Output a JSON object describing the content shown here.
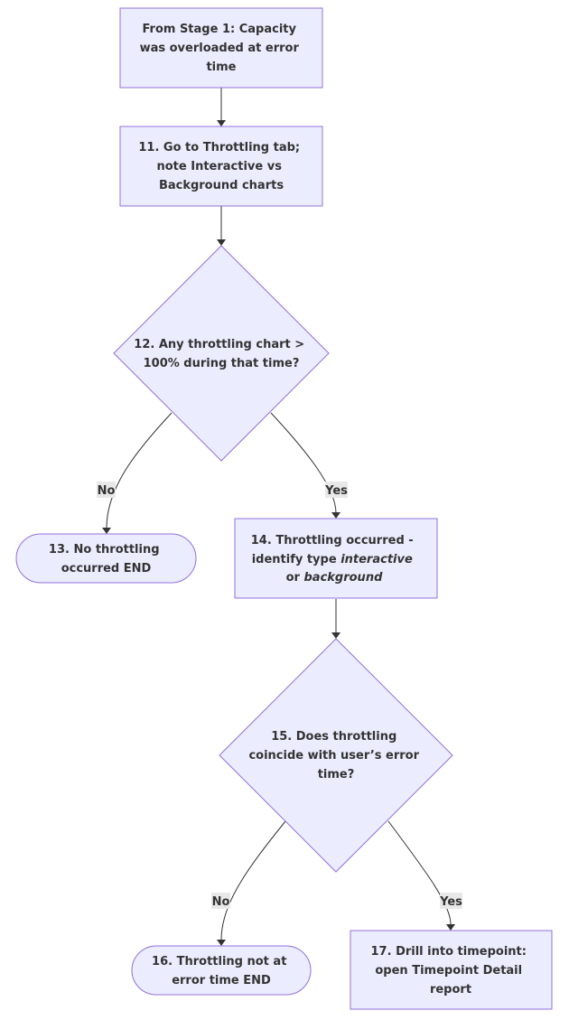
{
  "colors": {
    "node_fill": "#ECECFF",
    "node_stroke": "#9370DB",
    "edge": "#333333",
    "label_bg": "#E8E8E8",
    "text": "#333333"
  },
  "nodes": {
    "start": {
      "lines": [
        "From Stage 1: Capacity",
        "was overloaded at error",
        "time"
      ]
    },
    "step11": {
      "lines": [
        "11. Go to Throttling tab;",
        "note Interactive vs",
        "Background charts"
      ]
    },
    "decision12": {
      "lines": [
        "12. Any throttling chart >",
        "100% during that time?"
      ]
    },
    "end13": {
      "lines": [
        "13. No throttling",
        "occurred END"
      ]
    },
    "step14": {
      "line1": "14. Throttling occurred -",
      "line2_pre": "identify type ",
      "line2_em": "interactive",
      "line3_pre": "or ",
      "line3_em": "background"
    },
    "decision15": {
      "lines": [
        "15. Does throttling",
        "coincide with user’s error",
        "time?"
      ]
    },
    "end16": {
      "lines": [
        "16. Throttling not at",
        "error time END"
      ]
    },
    "step17": {
      "lines": [
        "17. Drill into timepoint:",
        "open Timepoint Detail",
        "report"
      ]
    }
  },
  "edges": {
    "e12_no": {
      "label": "No"
    },
    "e12_yes": {
      "label": "Yes"
    },
    "e15_no": {
      "label": "No"
    },
    "e15_yes": {
      "label": "Yes"
    }
  }
}
